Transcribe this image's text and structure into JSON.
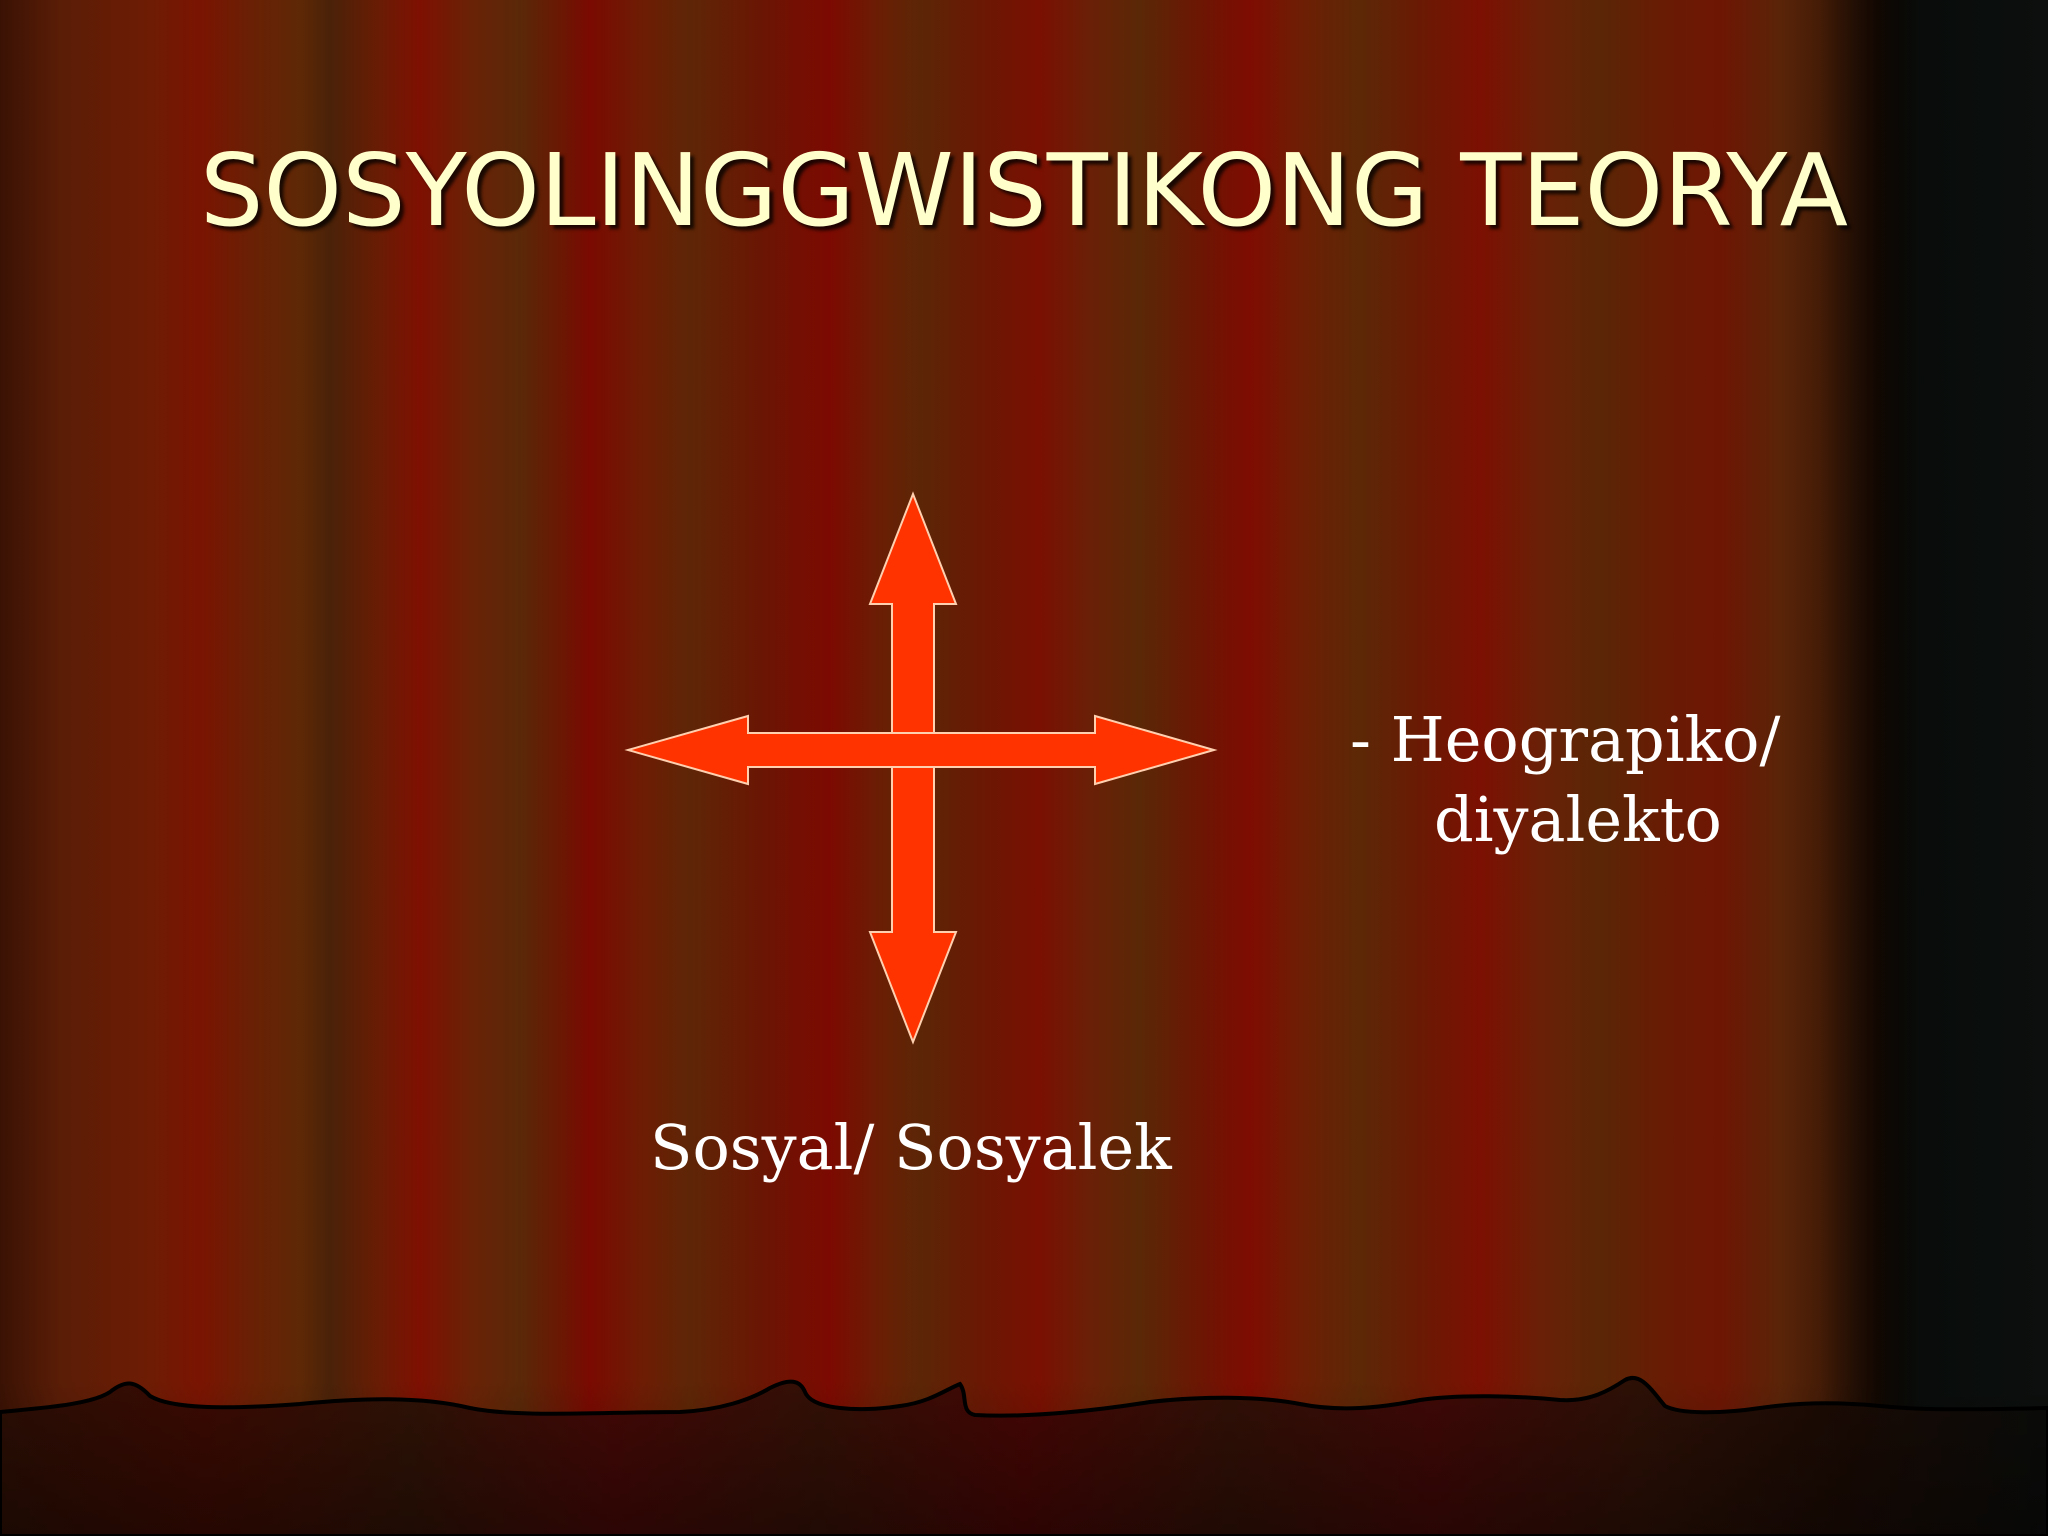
{
  "slide": {
    "title": "SOSYOLINGGWISTIKONG TEORYA",
    "labels": {
      "geo_line1": "- Heograpiko/",
      "geo_line2": "diyalekto",
      "sosyal": "Sosyal/ Sosyalek"
    }
  },
  "colors": {
    "title_text": "#ffffcc",
    "arrow_fill": "#ff3300",
    "arrow_stroke": "#ffd0b0",
    "label_text": "#ffffff"
  },
  "icons": {
    "arrows": "four-way-arrow-icon"
  }
}
